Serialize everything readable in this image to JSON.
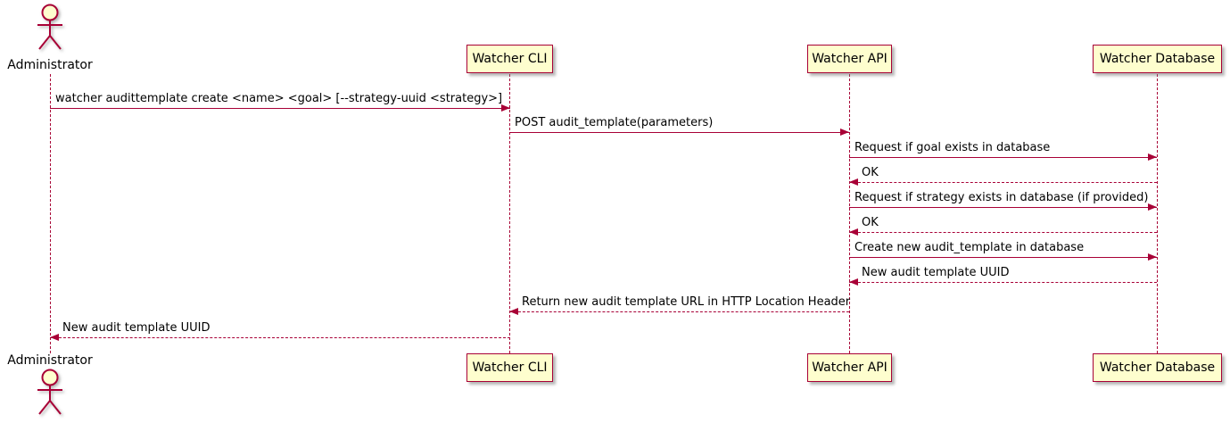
{
  "diagram": {
    "kind": "uml-sequence-diagram",
    "participants": [
      {
        "name": "Administrator",
        "type": "actor"
      },
      {
        "name": "Watcher CLI",
        "type": "participant"
      },
      {
        "name": "Watcher API",
        "type": "participant"
      },
      {
        "name": "Watcher Database",
        "type": "participant"
      }
    ],
    "messages": [
      {
        "from": "Administrator",
        "to": "Watcher CLI",
        "style": "solid",
        "text": "watcher audittemplate create <name> <goal> [--strategy-uuid <strategy>]"
      },
      {
        "from": "Watcher CLI",
        "to": "Watcher API",
        "style": "solid",
        "text": "POST audit_template(parameters)"
      },
      {
        "from": "Watcher API",
        "to": "Watcher Database",
        "style": "solid",
        "text": "Request if goal exists in database"
      },
      {
        "from": "Watcher Database",
        "to": "Watcher API",
        "style": "dashed",
        "text": "OK"
      },
      {
        "from": "Watcher API",
        "to": "Watcher Database",
        "style": "solid",
        "text": "Request if strategy exists in database (if provided)"
      },
      {
        "from": "Watcher Database",
        "to": "Watcher API",
        "style": "dashed",
        "text": "OK"
      },
      {
        "from": "Watcher API",
        "to": "Watcher Database",
        "style": "solid",
        "text": "Create new audit_template in database"
      },
      {
        "from": "Watcher Database",
        "to": "Watcher API",
        "style": "dashed",
        "text": "New audit template UUID"
      },
      {
        "from": "Watcher API",
        "to": "Watcher CLI",
        "style": "dashed",
        "text": "Return new audit template URL in HTTP Location Header"
      },
      {
        "from": "Watcher CLI",
        "to": "Administrator",
        "style": "dashed",
        "text": "New audit template UUID"
      }
    ],
    "colors": {
      "line": "#A80036",
      "participant_fill": "#FEFECE",
      "text": "#000000",
      "background": "#FFFFFF"
    }
  }
}
